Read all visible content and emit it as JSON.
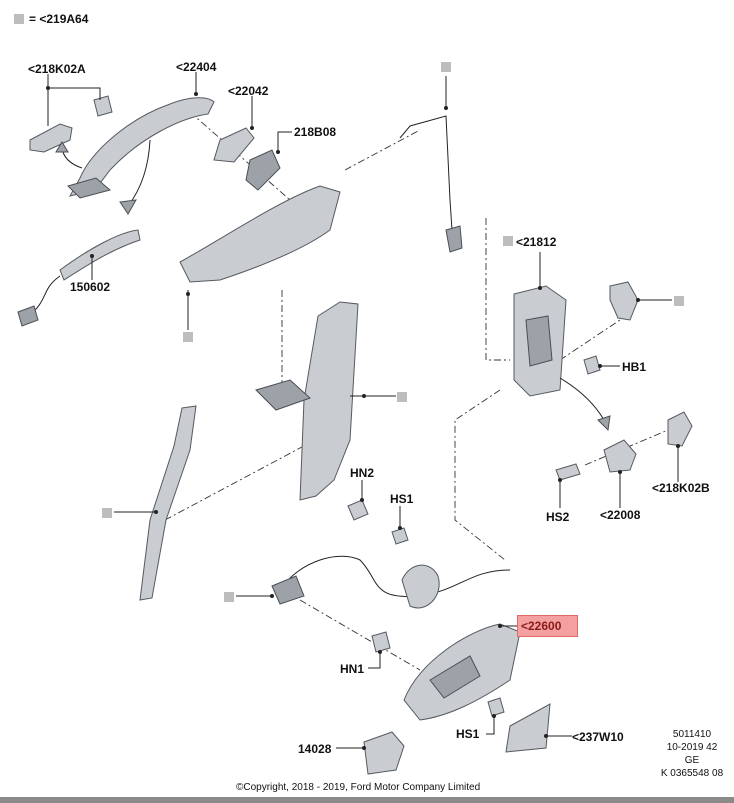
{
  "legend": {
    "text": "= <219A64"
  },
  "labels": {
    "p218k02a_top": "<218K02A",
    "p22404": "<22404",
    "p22042": "<22042",
    "p218b08": "218B08",
    "p150602": "150602",
    "p21812": "<21812",
    "hb1": "HB1",
    "hn2": "HN2",
    "hs1_upper": "HS1",
    "hs2": "HS2",
    "p22008": "<22008",
    "p218k02b": "<218K02B",
    "p22600": "<22600",
    "hn1": "HN1",
    "hs1_lower": "HS1",
    "p237w10": "<237W10",
    "p14028": "14028"
  },
  "footer": {
    "copyright": "©Copyright, 2018 - 2019, Ford Motor Company Limited",
    "doc_number": "5011410",
    "date_code": "10-2019 42",
    "region": "GE",
    "ref_code": "K 0365548 08"
  },
  "colors": {
    "highlight": "#f4a0a0",
    "highlight_border": "#e06a6a",
    "marker": "#bdbdbd",
    "part_fill": "#c9ccd0",
    "part_stroke": "#555a60"
  }
}
